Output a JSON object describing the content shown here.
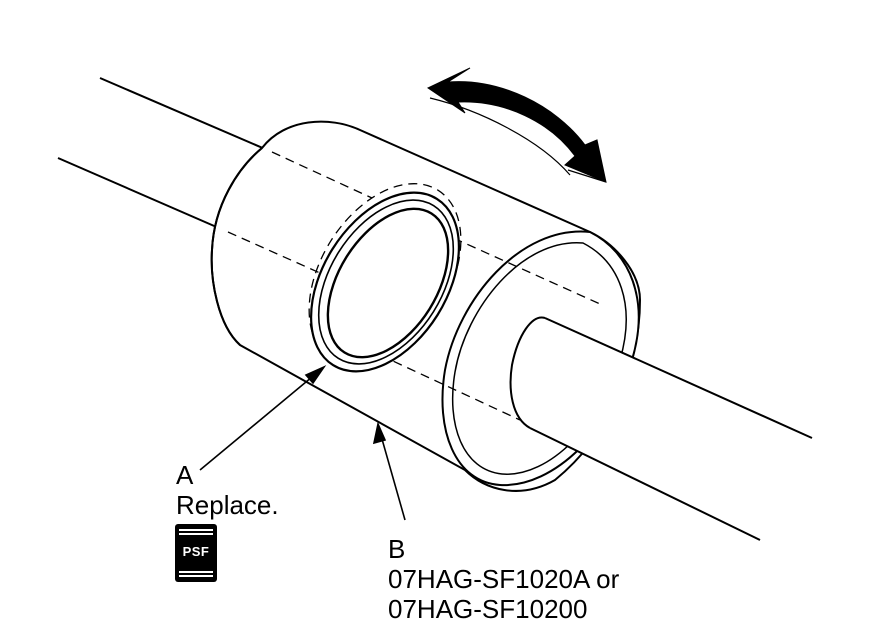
{
  "callouts": {
    "a": {
      "letter": "A",
      "text": "Replace."
    },
    "b": {
      "letter": "B",
      "line1": "07HAG-SF1020A or",
      "line2": "07HAG-SF10200"
    }
  },
  "badge": {
    "text": "PSF"
  },
  "colors": {
    "ink": "#000000",
    "paper": "#ffffff"
  },
  "icons": {
    "rotation": "curved-double-arrow-icon",
    "grease": "psf-grease-icon"
  }
}
